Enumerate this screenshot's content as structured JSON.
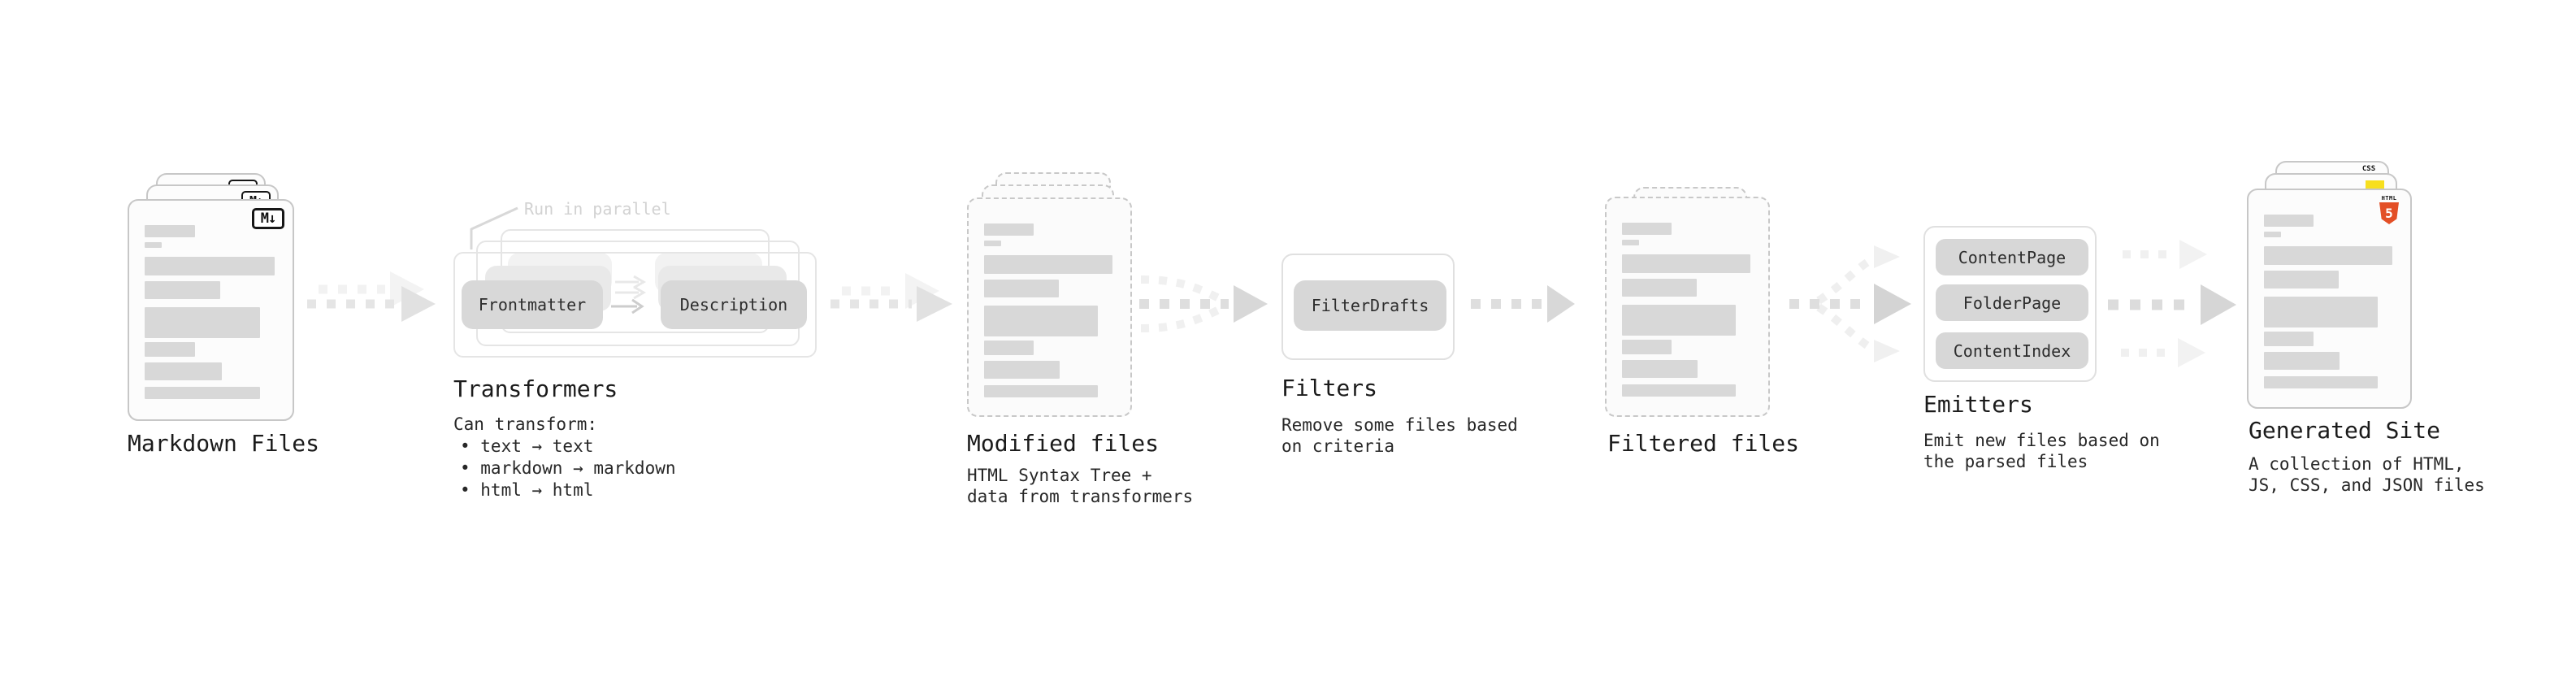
{
  "colors": {
    "html5-orange": "#e34f26",
    "js-yellow": "#f7df1e",
    "css-blue": "#2965f1"
  },
  "stages": {
    "markdown": {
      "label": "Markdown Files",
      "badge": "M↓"
    },
    "transformers": {
      "note": "Run in parallel",
      "button1": "Frontmatter",
      "button2": "Description",
      "label": "Transformers",
      "caption": "Can transform:",
      "bullet1": "• text → text",
      "bullet2": "• markdown → markdown",
      "bullet3": "• html → html"
    },
    "modified": {
      "label": "Modified files",
      "caption1": "HTML Syntax Tree +",
      "caption2": "data from transformers"
    },
    "filters": {
      "button1": "FilterDrafts",
      "label": "Filters",
      "caption1": "Remove some files based",
      "caption2": "on criteria"
    },
    "filtered": {
      "label": "Filtered files"
    },
    "emitters": {
      "button1": "ContentPage",
      "button2": "FolderPage",
      "button3": "ContentIndex",
      "label": "Emitters",
      "caption1": "Emit new files based on",
      "caption2": "the parsed files"
    },
    "generated": {
      "label": "Generated Site",
      "caption1": "A collection of HTML,",
      "caption2": "JS, CSS, and JSON files",
      "badge_css": "CSS",
      "badge_html_word": "HTML",
      "badge_html_number": "5"
    }
  }
}
